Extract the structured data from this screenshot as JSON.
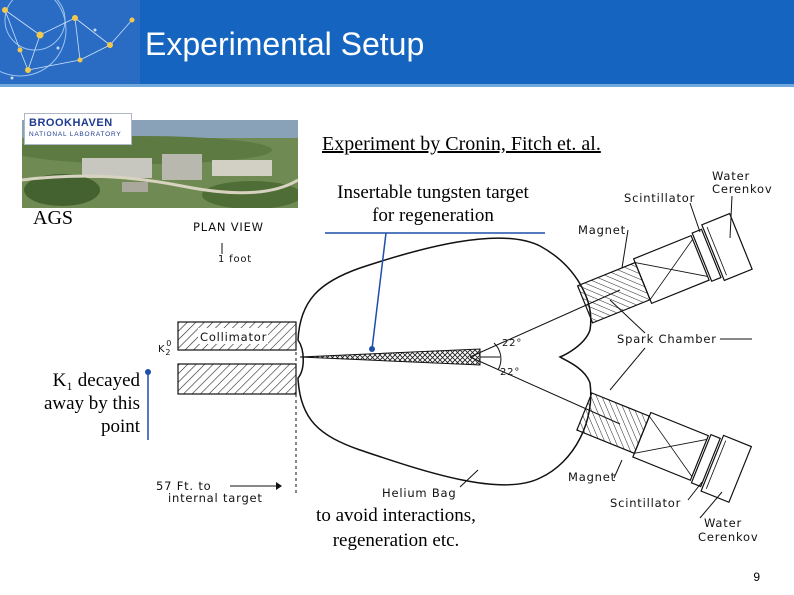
{
  "slide": {
    "title": "Experimental Setup",
    "page_number": "9"
  },
  "logo": {
    "name": "BROOKHAVEN",
    "subtitle": "NATIONAL LABORATORY"
  },
  "captions": {
    "ags": "AGS",
    "credit": "Experiment by Cronin, Fitch et. al.",
    "target_note_line1": "Insertable tungsten target",
    "target_note_line2": "for regeneration",
    "k1_line1": "K₁ decayed",
    "k1_line2": "away by this",
    "k1_line3": "point",
    "helium_note_line1": "to avoid interactions,",
    "helium_note_line2": "regeneration etc."
  },
  "diagram": {
    "plan_view": "PLAN VIEW",
    "scale": "1 foot",
    "collimator": "Collimator",
    "k_label": "K",
    "k_sub": "2",
    "k_sup": "0",
    "angle_top": "22°",
    "angle_bottom": "22°",
    "scintillator_top": "Scintillator",
    "water_top_1": "Water",
    "water_top_2": "Cerenkov",
    "magnet_top": "Magnet",
    "spark_chamber": "Spark Chamber",
    "distance_1": "57 Ft. to",
    "distance_2": "internal target",
    "helium_bag": "Helium Bag",
    "magnet_bottom": "Magnet",
    "scintillator_bottom": "Scintillator",
    "water_bottom_1": "Water",
    "water_bottom_2": "Cerenkov"
  }
}
